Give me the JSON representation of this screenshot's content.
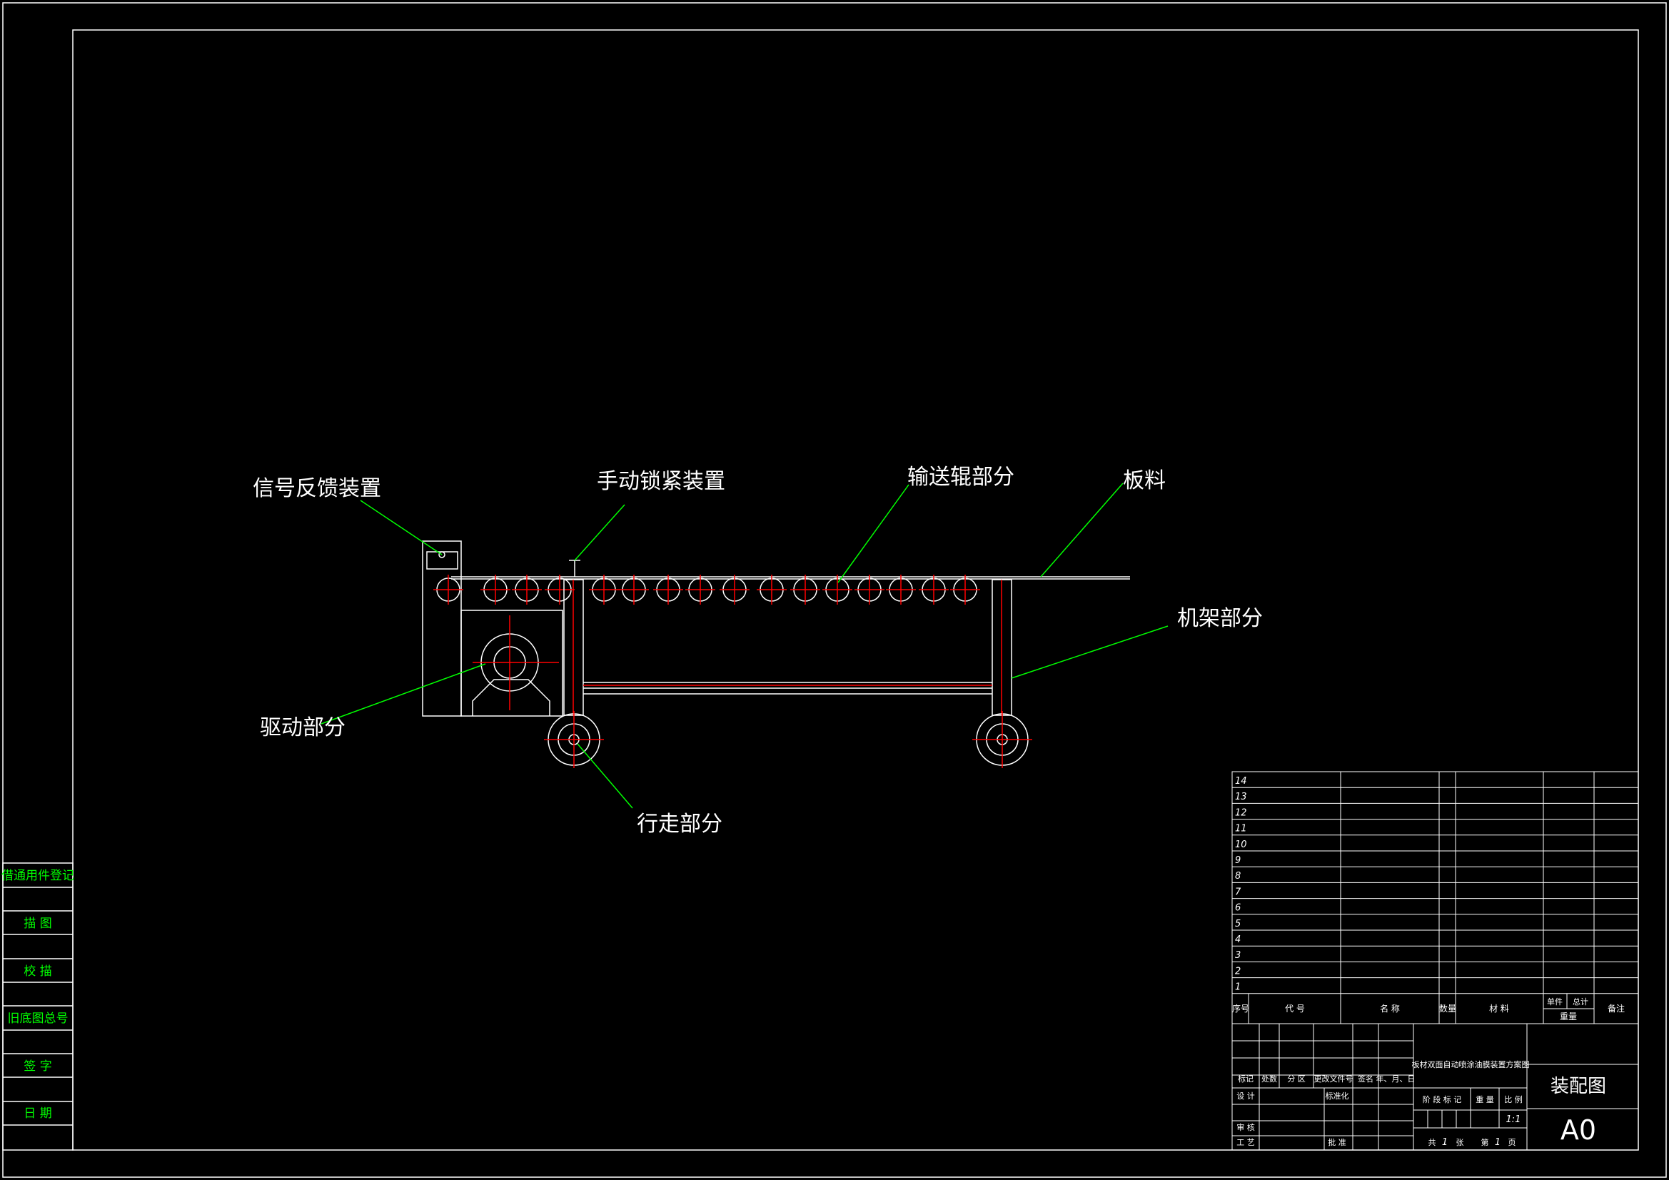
{
  "labels": {
    "signal_feedback": "信号反馈装置",
    "manual_lock": "手动锁紧装置",
    "conveyor_roller": "输送辊部分",
    "sheet_material": "板料",
    "frame": "机架部分",
    "drive": "驱动部分",
    "travel": "行走部分"
  },
  "side_panel": {
    "items": [
      "借通用件登记",
      "描 图",
      "校 描",
      "旧底图总号",
      "签 字",
      "日 期"
    ]
  },
  "parts_list": {
    "row_numbers": [
      "14",
      "13",
      "12",
      "11",
      "10",
      "9",
      "8",
      "7",
      "6",
      "5",
      "4",
      "3",
      "2",
      "1"
    ],
    "headers": {
      "seq": "序号",
      "code": "代 号",
      "name": "名 称",
      "qty": "数量",
      "material": "材 料",
      "unit": "单件",
      "total": "总计",
      "weight": "重量",
      "remark": "备注"
    }
  },
  "title_block": {
    "drawing_title": "板材双面自动喷涂油膜装置方案图",
    "drawing_name": "装配图",
    "size": "A0",
    "scale": "1:1",
    "sheets_total": "1",
    "sheet_number": "1",
    "labels": {
      "mark": "标记",
      "count": "处数",
      "zone": "分 区",
      "change_doc": "更改文件号",
      "signature": "签名",
      "date": "年、月、日",
      "design": "设 计",
      "standardize": "标准化",
      "review": "审 核",
      "process": "工 艺",
      "approve": "批 准",
      "stage_mark": "阶 段 标 记",
      "weight": "重 量",
      "scale": "比 例",
      "total_prefix": "共",
      "sheets": "张",
      "page_prefix": "第",
      "page": "页"
    }
  },
  "colors": {
    "background": "#000000",
    "lines": "#ffffff",
    "centerlines": "#ff0000",
    "leaders": "#00ff00",
    "side_text": "#00ff00"
  }
}
